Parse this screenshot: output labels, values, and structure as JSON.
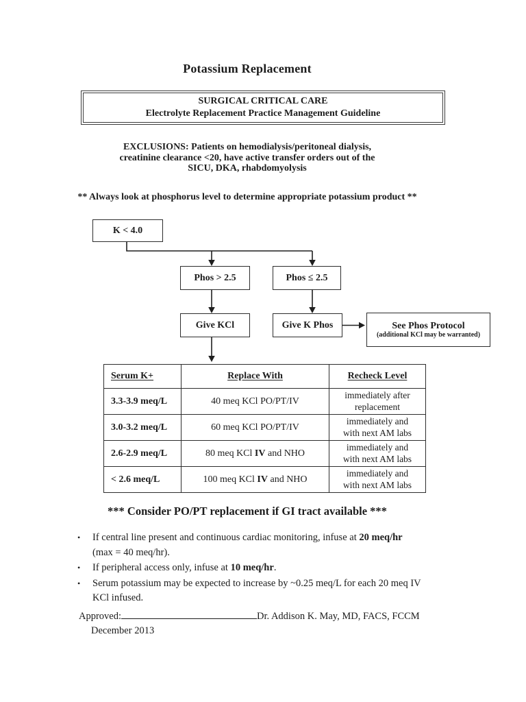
{
  "page": {
    "title": "Potassium Replacement"
  },
  "header_box": {
    "line1": "SURGICAL CRITICAL CARE",
    "line2": "Electrolyte Replacement Practice Management Guideline"
  },
  "exclusions": {
    "line1": "EXCLUSIONS: Patients on hemodialysis/peritoneal dialysis,",
    "line2": "creatinine clearance <20, have active transfer orders out of the",
    "line3": "SICU, DKA, rhabdomyolysis"
  },
  "phosphorus_note": "** Always look at phosphorus level to determine appropriate potassium product **",
  "flowchart": {
    "k_low": "K < 4.0",
    "phos_high": "Phos > 2.5",
    "phos_low": "Phos ≤ 2.5",
    "give_kcl": "Give KCl",
    "give_kphos": "Give K Phos",
    "see_phos_line1": "See Phos Protocol",
    "see_phos_line2": "(additional KCl may be warranted)"
  },
  "table": {
    "headers": [
      "Serum K+",
      "Replace With",
      "Recheck Level"
    ],
    "rows": [
      {
        "serum": "3.3-3.9 meq/L",
        "replace": {
          "pre": "40 meq KCl PO/PT/IV",
          "bold": "",
          "post": ""
        },
        "recheck1": "immediately after",
        "recheck2": "replacement"
      },
      {
        "serum": "3.0-3.2 meq/L",
        "replace": {
          "pre": "60 meq KCl PO/PT/IV",
          "bold": "",
          "post": ""
        },
        "recheck1": "immediately and",
        "recheck2": "with next AM labs"
      },
      {
        "serum": "2.6-2.9 meq/L",
        "replace": {
          "pre": "80 meq KCl ",
          "bold": "IV",
          "post": " and NHO"
        },
        "recheck1": "immediately and",
        "recheck2": "with next AM labs"
      },
      {
        "serum": "< 2.6 meq/L",
        "replace": {
          "pre": "100 meq KCl ",
          "bold": "IV",
          "post": " and NHO"
        },
        "recheck1": "immediately and",
        "recheck2": "with next AM labs"
      }
    ]
  },
  "consider_note": "*** Consider PO/PT replacement if GI tract available ***",
  "bullets": {
    "marker": "•",
    "items": [
      {
        "pre": "If central line present and continuous cardiac monitoring, infuse at ",
        "bold": "20 meq/hr",
        "post": "",
        "line2": "(max = 40 meq/hr)."
      },
      {
        "pre": "If peripheral access only, infuse at ",
        "bold": "10 meq/hr",
        "post": ".",
        "line2": ""
      },
      {
        "pre": "Serum potassium may be expected to increase by ~0.25 meq/L for each 20 meq IV",
        "bold": "",
        "post": "",
        "line2": "KCl infused."
      }
    ]
  },
  "approval": {
    "label": "Approved:",
    "approver": "Dr. Addison K. May, MD, FACS, FCCM",
    "date": "December 2013"
  },
  "colors": {
    "text": "#1c1c1c",
    "border": "#2c2c2c",
    "background": "#ffffff"
  }
}
